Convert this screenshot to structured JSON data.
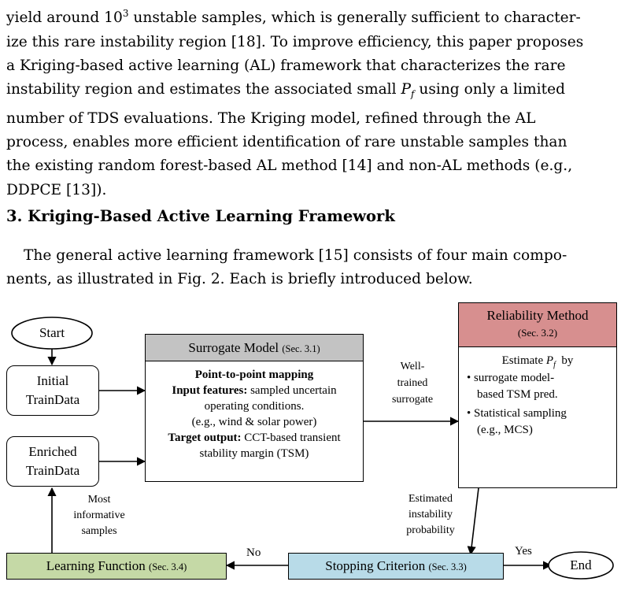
{
  "paragraph1": {
    "lines": [
      "yield around 10³ unstable samples, which is generally sufficient to character-",
      "ize this rare instability region [18]. To improve efficiency, this paper proposes",
      "a Kriging-based active learning (AL) framework that characterizes the rare",
      "instability region and estimates the associated small Pf using only a limited",
      "number of TDS evaluations.  The Kriging model, refined through the AL",
      "process, enables more efficient identification of rare unstable samples than",
      "the existing random forest-based AL method [14] and non-AL methods (e.g.,",
      "DDPCE [13])."
    ]
  },
  "section": {
    "heading": "3.  Kriging-Based Active Learning Framework"
  },
  "paragraph2": {
    "lines": [
      "The general active learning framework [15] consists of four main compo-",
      "nents, as illustrated in Fig. 2. Each is briefly introduced below."
    ]
  },
  "figure": {
    "start": "Start",
    "end": "End",
    "initial_train": [
      "Initial",
      "TrainData"
    ],
    "enriched_train": [
      "Enriched",
      "TrainData"
    ],
    "surrogate": {
      "title": "Surrogate Model",
      "ref": "(Sec. 3.1)",
      "lines": [
        "Point-to-point mapping",
        "sampled uncertain",
        "operating conditions.",
        "(e.g., wind & solar power)",
        "CCT-based transient",
        "stability margin (TSM)"
      ],
      "input_label": "Input features:",
      "target_label": "Target output:",
      "color": "#c3c3c3"
    },
    "reliability": {
      "title": "Reliability Method",
      "ref": "(Sec. 3.2)",
      "estimate": "Estimate",
      "pf": "P",
      "pf_sub": "f",
      "by": "by",
      "bullets": [
        "surrogate model-",
        "based TSM pred.",
        "Statistical sampling",
        "(e.g., MCS)"
      ],
      "color": "#d78f8f"
    },
    "well_trained": [
      "Well-",
      "trained",
      "surrogate"
    ],
    "estimated": [
      "Estimated",
      "instability",
      "probability"
    ],
    "most_informative": [
      "Most",
      "informative",
      "samples"
    ],
    "stopping": {
      "label": "Stopping Criterion",
      "ref": "(Sec. 3.3)",
      "color": "#b8dbe8"
    },
    "learning": {
      "label": "Learning Function",
      "ref": "(Sec. 3.4)",
      "color": "#c5d9a6"
    },
    "no": "No",
    "yes": "Yes"
  }
}
